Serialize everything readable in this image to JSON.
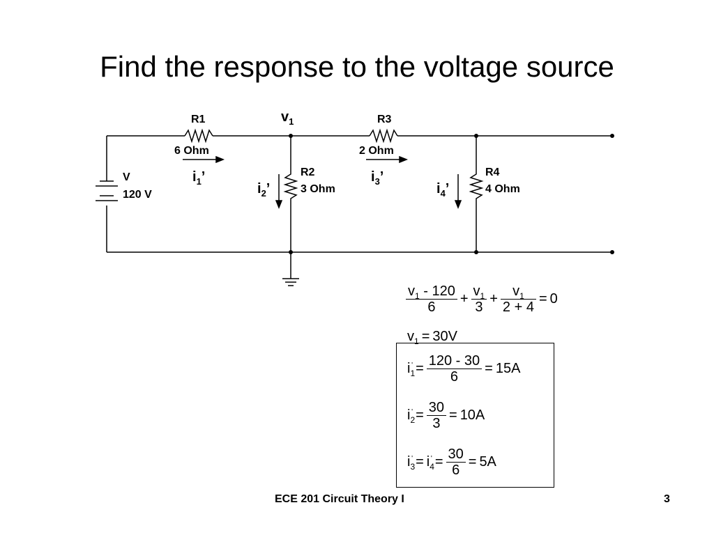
{
  "slide": {
    "title": "Find the response to the voltage source",
    "footer": "ECE 201 Circuit Theory I",
    "page_number": "3"
  },
  "circuit": {
    "node_label": "v",
    "node_sub": "1",
    "source": {
      "name": "V",
      "value": "120 V"
    },
    "r1": {
      "name": "R1",
      "value": "6 Ohm"
    },
    "r2": {
      "name": "R2",
      "value": "3 Ohm"
    },
    "r3": {
      "name": "R3",
      "value": "2 Ohm"
    },
    "r4": {
      "name": "R4",
      "value": "4 Ohm"
    },
    "currents": {
      "i1": {
        "base": "i",
        "sub": "1",
        "prime": "’"
      },
      "i2": {
        "base": "i",
        "sub": "2",
        "prime": "’"
      },
      "i3": {
        "base": "i",
        "sub": "3",
        "prime": "’"
      },
      "i4": {
        "base": "i",
        "sub": "4",
        "prime": "’"
      }
    }
  },
  "equations": {
    "nodal": {
      "t1_num": "v",
      "t1_num_sub": "1",
      "t1_num_rest": " - 120",
      "t1_den": "6",
      "t2_num": "v",
      "t2_num_sub": "1",
      "t2_den": "3",
      "t3_num": "v",
      "t3_num_sub": "1",
      "t3_den": "2 + 4",
      "plus": "+",
      "equals": "=",
      "rhs": "0"
    },
    "result": {
      "lhs": "v",
      "lhs_sub": "1",
      "equals": "=",
      "rhs": "30V"
    },
    "i1": {
      "lhs": "i",
      "sub": "1",
      "prime": "'",
      "equals": "=",
      "num": "120 - 30",
      "den": "6",
      "rhs": "15A"
    },
    "i2": {
      "lhs": "i",
      "sub": "2",
      "prime": "'",
      "equals": "=",
      "num": "30",
      "den": "3",
      "rhs": "10A"
    },
    "i3": {
      "lhs": "i",
      "sub": "3",
      "prime": "'",
      "lhs2": "i",
      "sub2": "4",
      "prime2": "'",
      "equals": "=",
      "num": "30",
      "den": "6",
      "rhs": "5A"
    }
  }
}
